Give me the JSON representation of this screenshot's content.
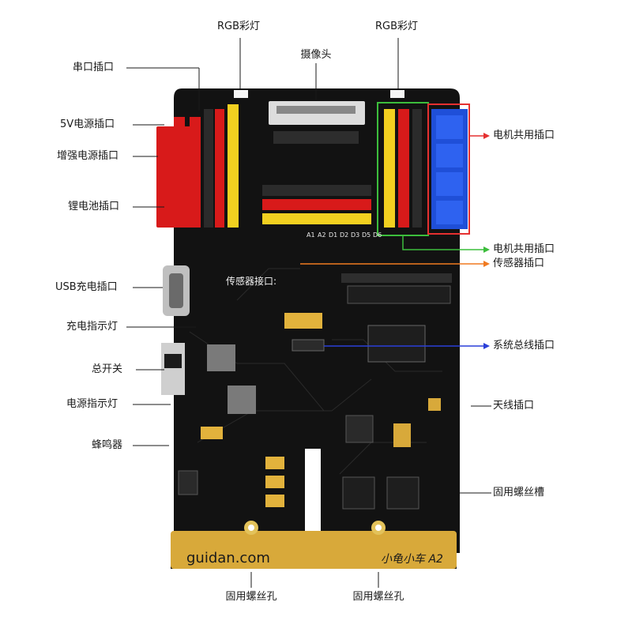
{
  "board": {
    "brand_text": "guidan.com",
    "model_text": "小龟小车 A2",
    "silkscreen_sensor_label": "传感器接口:",
    "silkscreen_row_labels": [
      "A1",
      "A2",
      "D1",
      "D2",
      "D3",
      "D5",
      "D6"
    ]
  },
  "labels": {
    "rgb_led_left": "RGB彩灯",
    "rgb_led_right": "RGB彩灯",
    "camera": "摄像头",
    "serial_port": "串口插口",
    "power_5v": "5V电源插口",
    "boost_power": "增强电源插口",
    "lithium_battery": "锂电池插口",
    "usb_charging": "USB充电插口",
    "charge_indicator": "充电指示灯",
    "main_switch": "总开关",
    "power_indicator": "电源指示灯",
    "buzzer": "蜂鸣器",
    "motor_port_1": "电机共用插口",
    "motor_port_2": "电机共用插口",
    "sensor_port": "传感器插口",
    "bus_port": "系统总线插口",
    "antenna_port": "天线插口",
    "screw_slot": "固用螺丝槽",
    "screw_hole_left": "固用螺丝孔",
    "screw_hole_right": "固用螺丝孔"
  },
  "colors": {
    "pcb": "#121212",
    "pin_red": "#d81a1a",
    "pin_yellow": "#f2d020",
    "connector_blue": "#1f4fd8",
    "connector_red": "#e02020",
    "gold_pad": "#e2b23c",
    "arrow_red": "#e53030",
    "arrow_green": "#3cbd3c",
    "arrow_orange": "#f07a20",
    "arrow_blue": "#2a3fd8"
  }
}
